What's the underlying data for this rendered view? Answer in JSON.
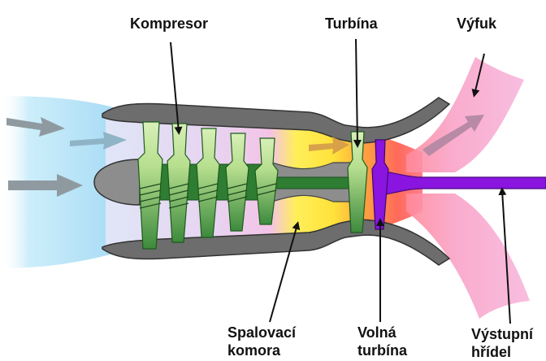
{
  "labels": {
    "compressor": "Kompresor",
    "turbine": "Turbína",
    "exhaust": "Výfuk",
    "combustor_line1": "Spalovací",
    "combustor_line2": "komora",
    "free_turbine_line1": "Volná",
    "free_turbine_line2": "turbína",
    "output_shaft_line1": "Výstupní",
    "output_shaft_line2": "hřídel"
  },
  "colors": {
    "intake_air": "#a9dcf5",
    "compressor_blades_light": "#c9e8a8",
    "compressor_blades_dark": "#2e7d32",
    "combustion_yellow": "#ffe94a",
    "combustion_orange": "#ff9a3c",
    "hot_red": "#ff6a6a",
    "exhaust_pink": "#f7a8d8",
    "output_shaft": "#8a14e0",
    "casing_gray": "#6f6f6f",
    "spinner_gray": "#8d8d8d",
    "arrow_gray": "#8f9aa0"
  }
}
